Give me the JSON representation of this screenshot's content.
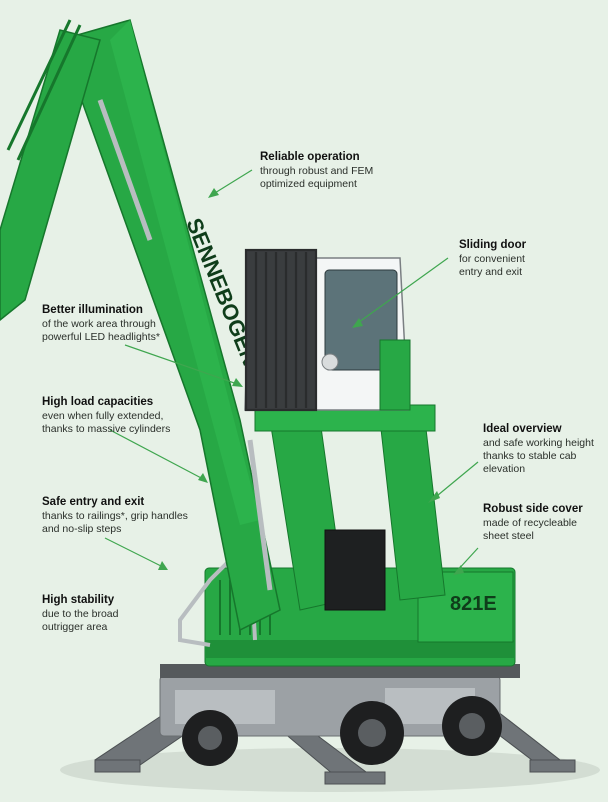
{
  "colors": {
    "background": "#e7f1e7",
    "machine_green": "#27a845",
    "machine_dark_green": "#16772c",
    "leader_line": "#3fa64f",
    "steel_gray": "#8a8f93",
    "cab_white": "#f4f6f6"
  },
  "machine": {
    "brand_text": "SENNEBOGEN",
    "model_text": "821E"
  },
  "callouts": [
    {
      "key": "reliable",
      "title": "Reliable operation",
      "lines": [
        "through robust and FEM",
        "optimized equipment"
      ]
    },
    {
      "key": "sliding",
      "title": "Sliding door",
      "lines": [
        "for convenient",
        "entry and exit"
      ]
    },
    {
      "key": "illumination",
      "title": "Better illumination",
      "lines": [
        "of the work area through",
        "powerful LED headlights*"
      ]
    },
    {
      "key": "load",
      "title": "High load capacities",
      "lines": [
        "even when fully extended,",
        "thanks to massive cylinders"
      ]
    },
    {
      "key": "overview",
      "title": "Ideal overview",
      "lines": [
        "and safe working height",
        "thanks to stable cab",
        "elevation"
      ]
    },
    {
      "key": "entry",
      "title": "Safe entry and exit",
      "lines": [
        "thanks to railings*, grip handles",
        "and no-slip steps"
      ]
    },
    {
      "key": "cover",
      "title": "Robust side cover",
      "lines": [
        "made of recycleable",
        "sheet steel"
      ]
    },
    {
      "key": "stability",
      "title": "High stability",
      "lines": [
        "due to the broad",
        "outrigger area"
      ]
    }
  ]
}
